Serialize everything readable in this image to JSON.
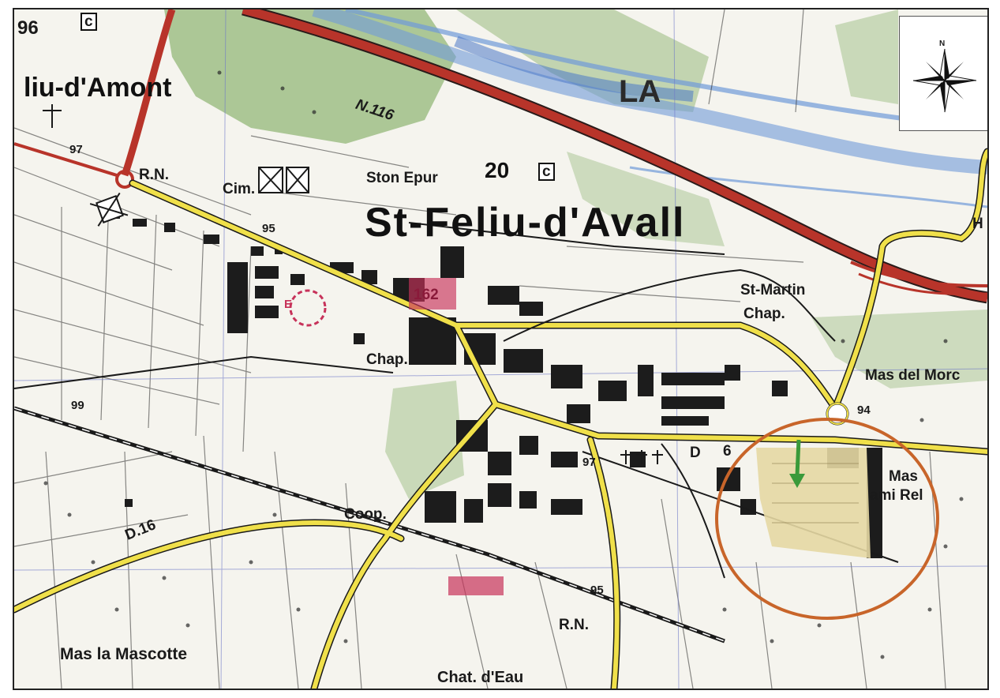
{
  "labels": {
    "town_main": "St-Feliu-d'Avall",
    "town_other": "liu-d'Amont",
    "road_n116": "N.116",
    "road_rn_top": "R.N.",
    "road_rn_bottom": "R.N.",
    "road_d16": "D.16",
    "cim": "Cim.",
    "ston_epur": "Ston Epur",
    "elev_20": "20",
    "elev_96": "96",
    "elev_95a": "95",
    "elev_95b": "95",
    "elev_97a": "97",
    "elev_97b": "97",
    "elev_99": "99",
    "elev_94": "94",
    "elev_162": "162",
    "label_c1": "c",
    "label_c2": "c",
    "label_6": "6",
    "label_e": "E",
    "label_d": "D",
    "la": "LA",
    "st_martin": "St-Martin",
    "chap_1": "Chap.",
    "chap_2": "Chap.",
    "mas_del_morc": "Mas del Morc",
    "mas_ami_rel_1": "Mas",
    "mas_ami_rel_2": "ami Rel",
    "coop": "Coop.",
    "mas_la_mascotte": "Mas la Mascotte",
    "chat_deau": "Chat. d'Eau",
    "compass_n": "N",
    "edge_h": "H"
  },
  "colors": {
    "road_main": "#f0e04a",
    "highway": "#b8342a",
    "river": "#6f9ad8",
    "vegetation": "#9fbe86",
    "site_circle": "#c8652a",
    "site_fill": "#e6d8a3",
    "marker_arrow": "#3a9a3a",
    "urban_red": "#c7325a"
  },
  "icons": {
    "compass": "compass-rose-icon",
    "site_marker": "arrow-down-icon"
  }
}
